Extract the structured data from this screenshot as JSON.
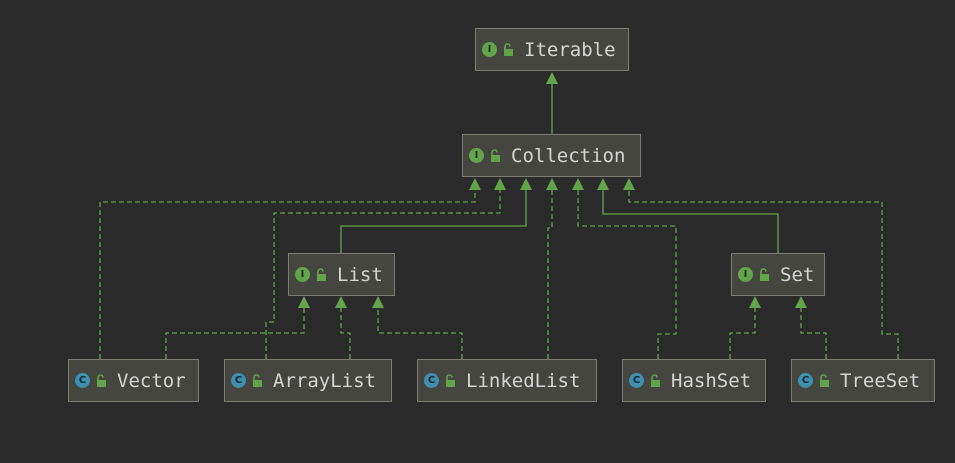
{
  "colors": {
    "background": "#2b2b2b",
    "node_fill": "#45463f",
    "node_border": "#7d7d76",
    "edge": "#62a44a",
    "interface_badge": "#62a44a",
    "class_badge": "#3f8fae"
  },
  "icons": {
    "interface": "interface-badge-icon",
    "class": "class-badge-icon",
    "visibility": "unlocked-icon"
  },
  "nodes": {
    "iterable": {
      "label": "Iterable",
      "kind": "interface",
      "badge": "I"
    },
    "collection": {
      "label": "Collection",
      "kind": "interface",
      "badge": "I"
    },
    "list": {
      "label": "List",
      "kind": "interface",
      "badge": "I"
    },
    "set": {
      "label": "Set",
      "kind": "interface",
      "badge": "I"
    },
    "vector": {
      "label": "Vector",
      "kind": "class",
      "badge": "C"
    },
    "arraylist": {
      "label": "ArrayList",
      "kind": "class",
      "badge": "C"
    },
    "linkedlist": {
      "label": "LinkedList",
      "kind": "class",
      "badge": "C"
    },
    "hashset": {
      "label": "HashSet",
      "kind": "class",
      "badge": "C"
    },
    "treeset": {
      "label": "TreeSet",
      "kind": "class",
      "badge": "C"
    }
  },
  "edges": [
    {
      "from": "collection",
      "to": "iterable",
      "relation": "extends"
    },
    {
      "from": "list",
      "to": "collection",
      "relation": "extends"
    },
    {
      "from": "set",
      "to": "collection",
      "relation": "extends"
    },
    {
      "from": "vector",
      "to": "collection",
      "relation": "implements"
    },
    {
      "from": "arraylist",
      "to": "collection",
      "relation": "implements"
    },
    {
      "from": "linkedlist",
      "to": "collection",
      "relation": "implements"
    },
    {
      "from": "hashset",
      "to": "collection",
      "relation": "implements"
    },
    {
      "from": "treeset",
      "to": "collection",
      "relation": "implements"
    },
    {
      "from": "vector",
      "to": "list",
      "relation": "implements"
    },
    {
      "from": "arraylist",
      "to": "list",
      "relation": "implements"
    },
    {
      "from": "linkedlist",
      "to": "list",
      "relation": "implements"
    },
    {
      "from": "hashset",
      "to": "set",
      "relation": "implements"
    },
    {
      "from": "treeset",
      "to": "set",
      "relation": "implements"
    }
  ]
}
